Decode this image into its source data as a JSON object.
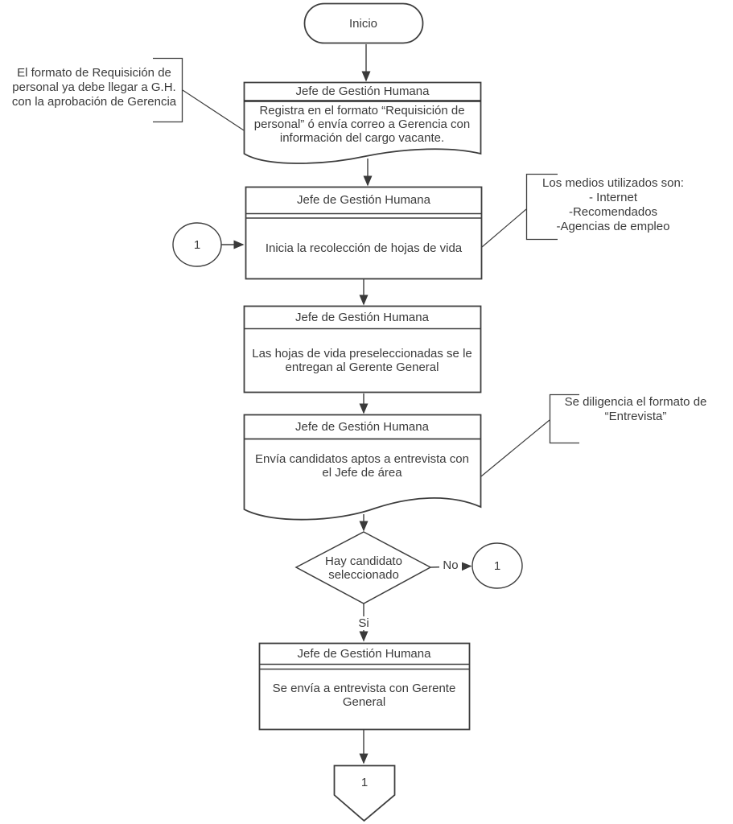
{
  "diagram": {
    "nodes": {
      "start": {
        "type": "terminator",
        "label": "Inicio"
      },
      "doc_requisicion": {
        "type": "document",
        "header": "Jefe de Gestión Humana",
        "body": "Registra en el formato “Requisición de personal” ó envía correo a Gerencia con información del cargo vacante."
      },
      "proc_recoleccion": {
        "type": "process",
        "header": "Jefe de Gestión Humana",
        "body": "Inicia la recolección de hojas de vida"
      },
      "proc_preseleccion": {
        "type": "process",
        "header": "Jefe de Gestión Humana",
        "body": "Las hojas de vida preseleccionadas se le entregan al Gerente General"
      },
      "doc_entrevista": {
        "type": "document",
        "header": "Jefe de Gestión Humana",
        "body": "Envía candidatos aptos a entrevista con el Jefe de área"
      },
      "decision_candidato": {
        "type": "decision",
        "label": "Hay candidato seleccionado"
      },
      "proc_gerente": {
        "type": "process",
        "header": "Jefe de Gestión Humana",
        "body": "Se envía a entrevista con Gerente General"
      },
      "connector_in": {
        "type": "connector",
        "label": "1"
      },
      "connector_no": {
        "type": "connector",
        "label": "1"
      },
      "offpage": {
        "type": "offpage-connector",
        "label": "1"
      }
    },
    "edge_labels": {
      "no": "No",
      "si": "Si"
    },
    "annotations": {
      "requisicion_note": "El formato de Requisición de personal ya debe llegar a G.H. con la aprobación de Gerencia",
      "medios_note": {
        "title": "Los medios utilizados son:",
        "items": [
          "- Internet",
          "-Recomendados",
          "-Agencias de empleo"
        ]
      },
      "entrevista_note": "Se diligencia el formato de “Entrevista”"
    },
    "colors": {
      "line": "#3e3e3e",
      "text": "#3b3b3b",
      "background": "#ffffff"
    }
  }
}
